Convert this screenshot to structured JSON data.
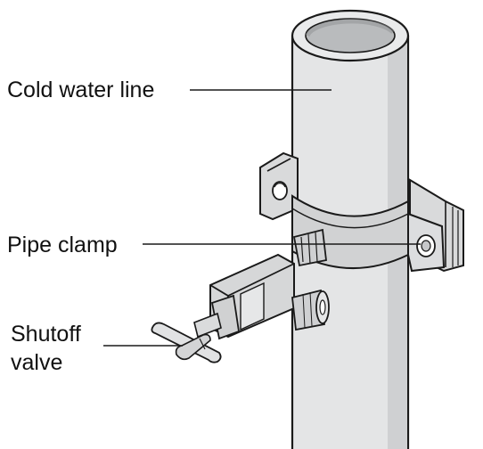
{
  "labels": {
    "cold_water_line": "Cold water line",
    "pipe_clamp": "Pipe clamp",
    "shutoff_valve_line1": "Shutoff",
    "shutoff_valve_line2": "valve"
  },
  "colors": {
    "pipe_fill": "#e4e5e6",
    "pipe_interior": "#b9bbbd",
    "stroke": "#1a1a1a",
    "clamp_fill": "#d9dadb",
    "valve_fill": "#d6d7d8"
  }
}
